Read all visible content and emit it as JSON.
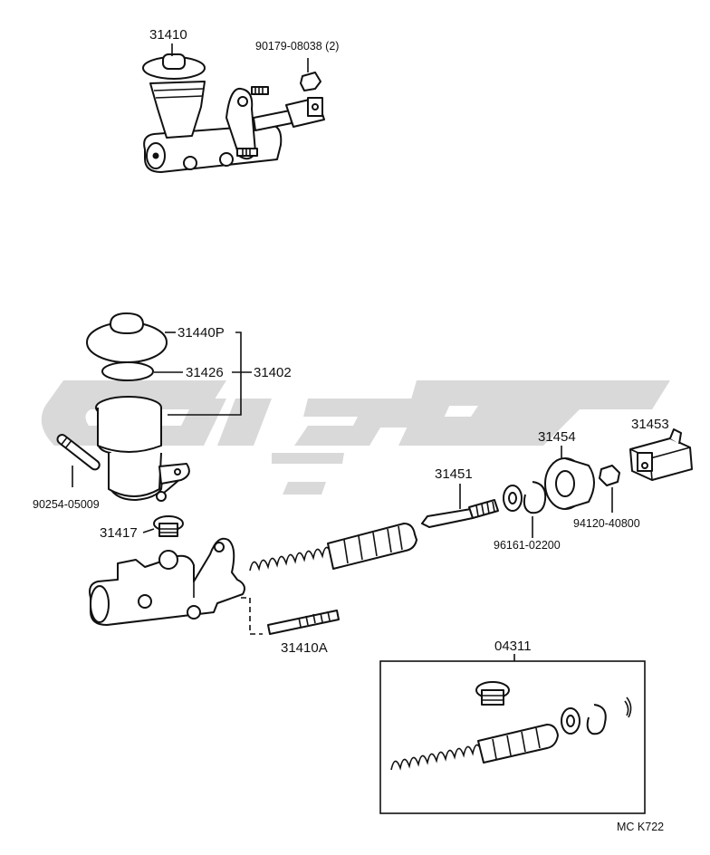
{
  "labels": {
    "assy_top": "31410",
    "nut_top": "90179-08038 (2)",
    "cap": "31440P",
    "diaphragm": "31426",
    "reservoir_set": "31402",
    "pin": "90254-05009",
    "inlet_bolt": "31417",
    "push_rod": "31451",
    "boot": "31454",
    "clevis": "31453",
    "nut": "94120-40800",
    "snap_ring": "96161-02200",
    "stud": "31410A",
    "kit": "04311",
    "code": "MC  K722"
  }
}
